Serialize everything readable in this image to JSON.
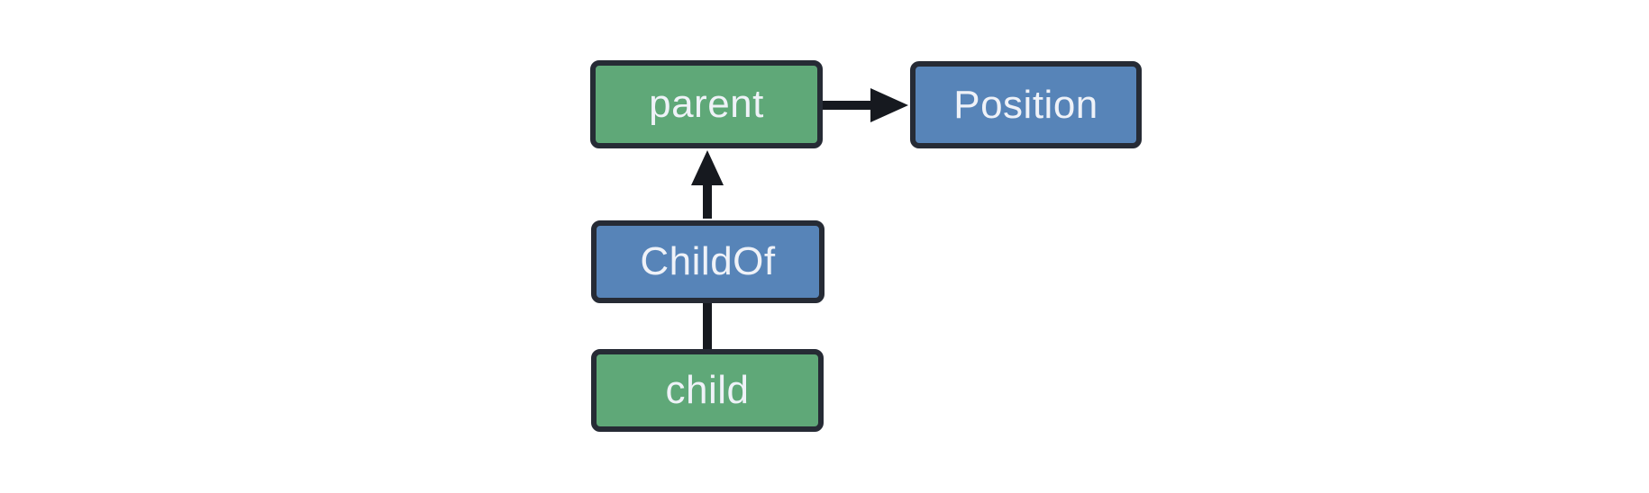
{
  "diagram": {
    "nodes": [
      {
        "id": "parent",
        "label": "parent",
        "fill": "green"
      },
      {
        "id": "position",
        "label": "Position",
        "fill": "blue"
      },
      {
        "id": "childof",
        "label": "ChildOf",
        "fill": "blue"
      },
      {
        "id": "child",
        "label": "child",
        "fill": "green"
      }
    ],
    "edges": [
      {
        "from": "parent",
        "to": "Position",
        "style": "arrow",
        "direction": "right"
      },
      {
        "from": "ChildOf",
        "to": "parent",
        "style": "arrow",
        "direction": "up"
      },
      {
        "from": "child",
        "to": "ChildOf",
        "style": "line",
        "direction": "up"
      }
    ]
  },
  "colors": {
    "background": "#ffffff",
    "entity_fill": "#5fa878",
    "relation_fill": "#5784b8",
    "node_border": "#262b35",
    "edge_stroke": "#16191f",
    "label_text": "#eff2f8"
  }
}
